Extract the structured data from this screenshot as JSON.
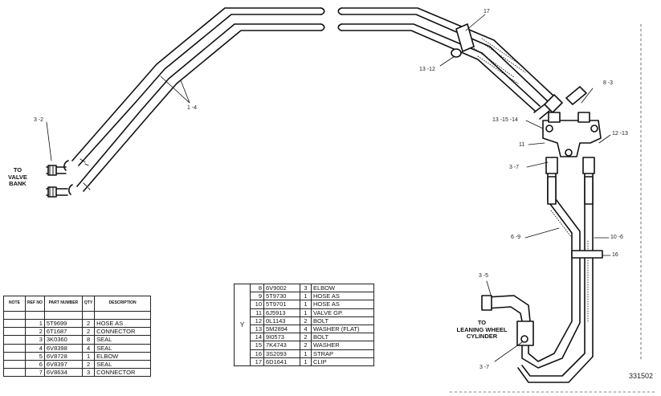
{
  "callouts": {
    "c_1_4": "1 -4",
    "c_3_2": "3 -2",
    "c_17": "17",
    "c_13_12": "13 -12",
    "c_8_3": "8 -3",
    "c_13_15_14": "13 -15 -14",
    "c_11": "11",
    "c_12_13": "12 -13",
    "c_3_7a": "3 -7",
    "c_6_9": "6 -9",
    "c_10_6": "10 -6",
    "c_16": "16",
    "c_3_5": "3 -5",
    "c_3_7b": "3 -7"
  },
  "notes": {
    "to_valve_bank": "TO\nVALVE\nBANK",
    "to_leaning_wheel": "TO\nLEANING WHEEL\nCYLINDER"
  },
  "figure_number": "331502",
  "table_left": {
    "headers": {
      "note": "NOTE",
      "ref": "REF NO",
      "part_number": "PART NUMBER",
      "qty": "QTY",
      "description": "DESCRIPTION"
    },
    "rows": [
      {
        "ref": "1",
        "part": "5T9699",
        "qty": "2",
        "desc": "HOSE AS"
      },
      {
        "ref": "2",
        "part": "6T1687",
        "qty": "2",
        "desc": "CONNECTOR"
      },
      {
        "ref": "3",
        "part": "3K0360",
        "qty": "8",
        "desc": "SEAL"
      },
      {
        "ref": "4",
        "part": "6V8398",
        "qty": "4",
        "desc": "SEAL"
      },
      {
        "ref": "5",
        "part": "6V8728",
        "qty": "1",
        "desc": "ELBOW"
      },
      {
        "ref": "6",
        "part": "6V8397",
        "qty": "2",
        "desc": "SEAL"
      },
      {
        "ref": "7",
        "part": "6V8634",
        "qty": "3",
        "desc": "CONNECTOR"
      }
    ]
  },
  "table_right": {
    "note_mark": "Y",
    "rows": [
      {
        "ref": "8",
        "part": "6V9002",
        "qty": "3",
        "desc": "ELBOW"
      },
      {
        "ref": "9",
        "part": "5T9730",
        "qty": "1",
        "desc": "HOSE AS"
      },
      {
        "ref": "10",
        "part": "5T9701",
        "qty": "1",
        "desc": "HOSE AS"
      },
      {
        "ref": "11",
        "part": "6J5913",
        "qty": "1",
        "desc": "VALVE GP."
      },
      {
        "ref": "12",
        "part": "0L1143",
        "qty": "2",
        "desc": "BOLT"
      },
      {
        "ref": "13",
        "part": "5M2894",
        "qty": "4",
        "desc": "WASHER (FLAT)"
      },
      {
        "ref": "14",
        "part": "9I0573",
        "qty": "2",
        "desc": "BOLT"
      },
      {
        "ref": "15",
        "part": "7K4743",
        "qty": "2",
        "desc": "WASHER"
      },
      {
        "ref": "16",
        "part": "3S2093",
        "qty": "1",
        "desc": "STRAP"
      },
      {
        "ref": "17",
        "part": "6D1641",
        "qty": "1",
        "desc": "CLIP"
      }
    ]
  }
}
